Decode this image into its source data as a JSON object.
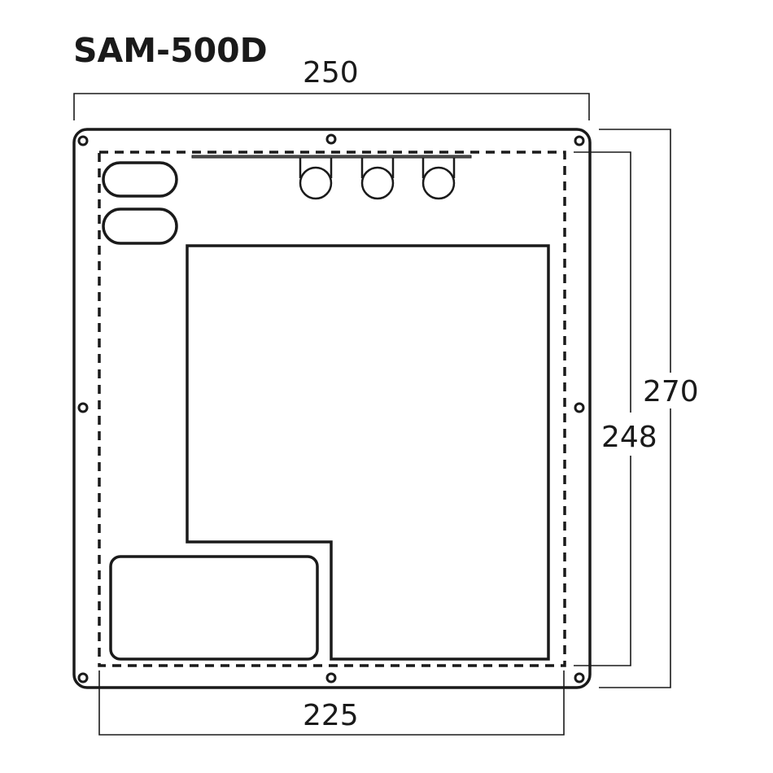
{
  "title": "SAM-500D",
  "dimensions": {
    "outer_width": "250",
    "inner_width": "225",
    "outer_height": "270",
    "inner_height": "248"
  },
  "colors": {
    "line": "#1a1a1a",
    "background": "#ffffff"
  },
  "panel": {
    "mounting_holes": 8,
    "oval_cutouts": 2,
    "round_connectors": 3,
    "rect_cutouts": 1,
    "l_shaped_cutout": 1
  }
}
